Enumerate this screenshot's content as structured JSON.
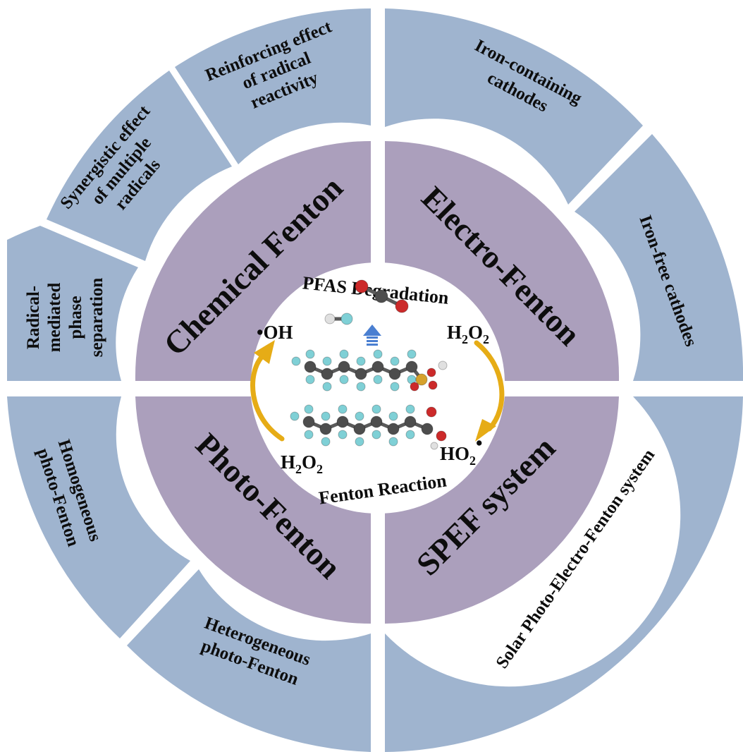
{
  "colors": {
    "outer_ring": "#9fb4cf",
    "inner_ring": "#ab9fbc",
    "center": "#ffffff",
    "arrow": "#e6ac16",
    "up_arrow": "#4a7fd1",
    "carbon": "#4d4d4d",
    "fluorine": "#7fd0d6",
    "oxygen": "#cc2a2a",
    "hydrogen": "#e0e0e0",
    "sulfur": "#d6a12c"
  },
  "quadrants": {
    "chemical": "Chemical Fenton",
    "electro": "Electro-Fenton",
    "photo": "Photo-Fenton",
    "spef": "SPEF system"
  },
  "outer": {
    "radical_phase": [
      "Radical-",
      "mediated",
      "phase",
      "separation"
    ],
    "synergistic": [
      "Synergistic effect",
      "of multiple",
      "radicals"
    ],
    "reinforcing": [
      "Reinforcing effect",
      "of radical",
      "reactivity"
    ],
    "iron_containing": [
      "Iron-containing",
      "cathodes"
    ],
    "iron_free": [
      "Iron-free cathodes"
    ],
    "homogeneous": [
      "Homogeneous",
      "photo-Fenton"
    ],
    "heterogeneous": [
      "Heterogeneous",
      "photo-Fenton"
    ],
    "solar": [
      "Solar Photo-Electro-Fenton system"
    ]
  },
  "center": {
    "top_label": "PFAS Degradation",
    "bottom_label": "Fenton Reaction",
    "oh_radical": "•OH",
    "h2o2_right": {
      "main": "H",
      "sub": "2",
      "main2": "O",
      "sub2": "2"
    },
    "h2o2_left": {
      "main": "H",
      "sub": "2",
      "main2": "O",
      "sub2": "2"
    },
    "ho2_radical": {
      "main": "HO",
      "sub": "2",
      "dot": "•"
    }
  }
}
